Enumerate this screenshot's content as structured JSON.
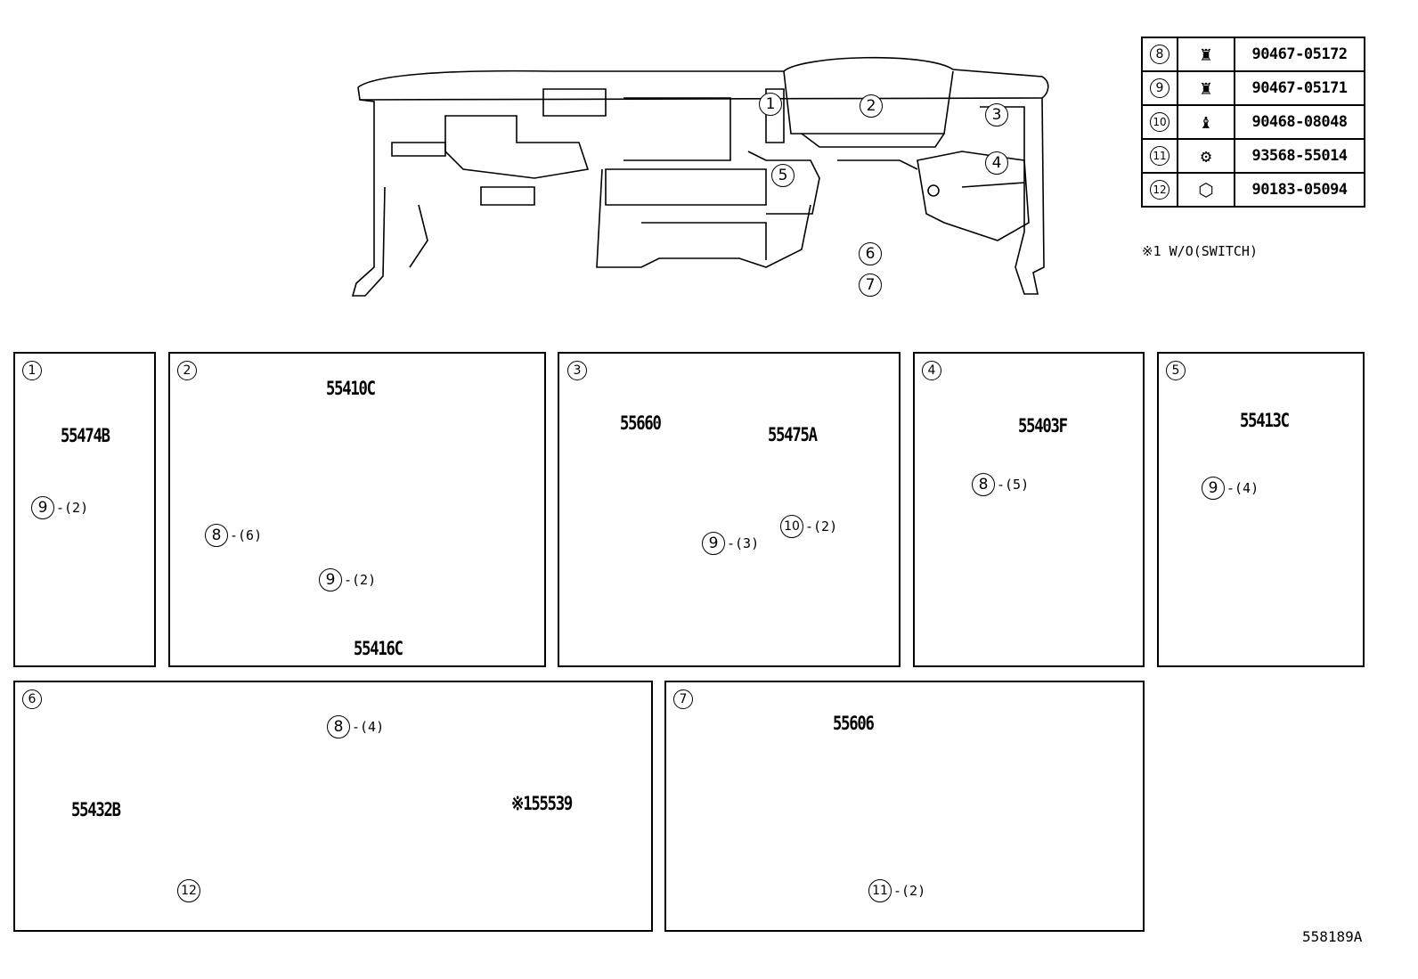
{
  "overview": {
    "callouts": [
      "1",
      "2",
      "3",
      "4",
      "5",
      "6",
      "7"
    ]
  },
  "legend": [
    {
      "no": "8",
      "icon": "clip-icon",
      "part": "90467-05172"
    },
    {
      "no": "9",
      "icon": "clip-icon",
      "part": "90467-05171"
    },
    {
      "no": "10",
      "icon": "clip-icon",
      "part": "90468-08048"
    },
    {
      "no": "11",
      "icon": "screw-icon",
      "part": "93568-55014"
    },
    {
      "no": "12",
      "icon": "nut-icon",
      "part": "90183-05094"
    }
  ],
  "note": "※1 W/O(SWITCH)",
  "panels": {
    "p1": {
      "no": "1",
      "part": "55474B",
      "fastener": "9",
      "qty": "-(2)"
    },
    "p2": {
      "no": "2",
      "part_a": "55410C",
      "fastener_a": "8",
      "qty_a": "-(6)",
      "part_b": "55416C",
      "fastener_b": "9",
      "qty_b": "-(2)"
    },
    "p3": {
      "no": "3",
      "part_a": "55660",
      "part_b": "55475A",
      "fastener_b1": "9",
      "qty_b1": "-(3)",
      "fastener_b2": "10",
      "qty_b2": "-(2)"
    },
    "p4": {
      "no": "4",
      "part": "55403F",
      "fastener": "8",
      "qty": "-(5)"
    },
    "p5": {
      "no": "5",
      "part": "55413C",
      "fastener": "9",
      "qty": "-(4)"
    },
    "p6": {
      "no": "6",
      "part_a": "55432B",
      "fastener_a1": "8",
      "qty_a1": "-(4)",
      "fastener_a2": "12",
      "part_b": "※155539"
    },
    "p7": {
      "no": "7",
      "part": "55606",
      "fastener": "11",
      "qty": "-(2)"
    }
  },
  "figure_id": "558189A"
}
